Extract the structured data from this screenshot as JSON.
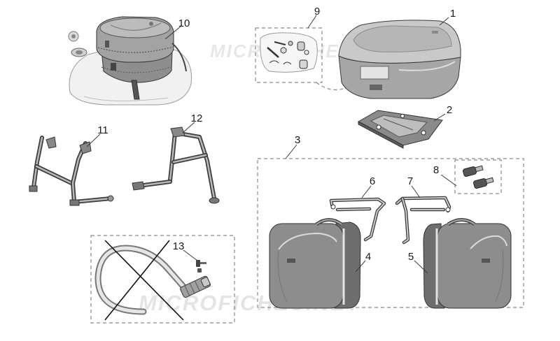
{
  "diagram": {
    "callouts": [
      "1",
      "2",
      "3",
      "4",
      "5",
      "6",
      "7",
      "8",
      "9",
      "10",
      "11",
      "12",
      "13"
    ]
  },
  "watermark": {
    "text": "MICROFICHES.NET"
  },
  "colors": {
    "background": "#ffffff",
    "part_fill": "#9a9a9a",
    "outline": "#333333",
    "leader_line": "#3a3a3a",
    "dashed_frame": "#8a8a8a"
  }
}
